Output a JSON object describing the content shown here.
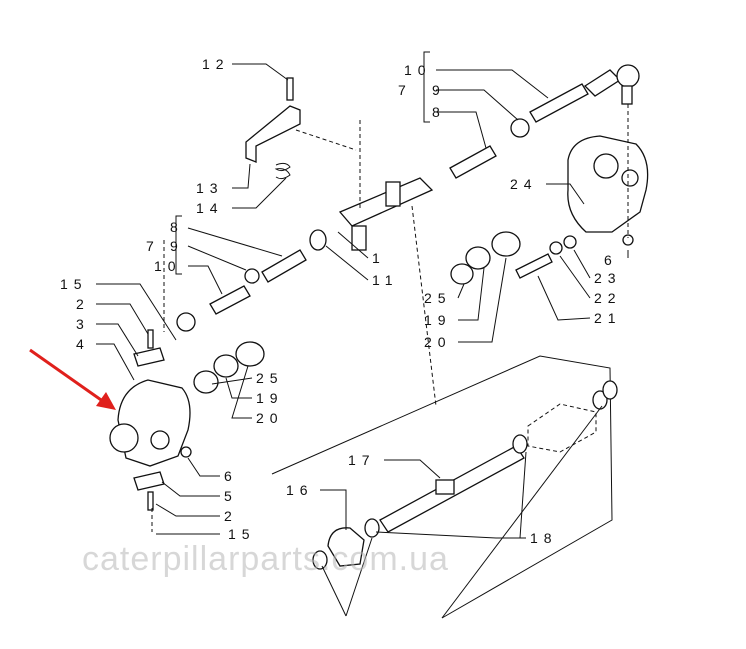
{
  "diagram": {
    "labels": {
      "l12": "12",
      "l13": "13",
      "l14": "14",
      "l10top": "10",
      "l7top": "7",
      "l9top": "9",
      "l8top": "8",
      "l24": "24",
      "l6right": "6",
      "l1": "1",
      "l11": "11",
      "l8mid": "8",
      "l7mid": "7",
      "l9mid": "9",
      "l10mid": "10",
      "l23": "23",
      "l22": "22",
      "l21": "21",
      "l25top": "25",
      "l19top": "19",
      "l20top": "20",
      "l15top": "15",
      "l2top": "2",
      "l3": "3",
      "l4": "4",
      "l25low": "25",
      "l19low": "19",
      "l20low": "20",
      "l6left": "6",
      "l5": "5",
      "l2low": "2",
      "l15low": "15",
      "l17": "17",
      "l16": "16",
      "l18": "18"
    },
    "watermark": "caterpillarparts.com.ua",
    "colors": {
      "arrow": "#e0201c",
      "line": "#111111",
      "watermark": "#b8b8b8"
    }
  }
}
